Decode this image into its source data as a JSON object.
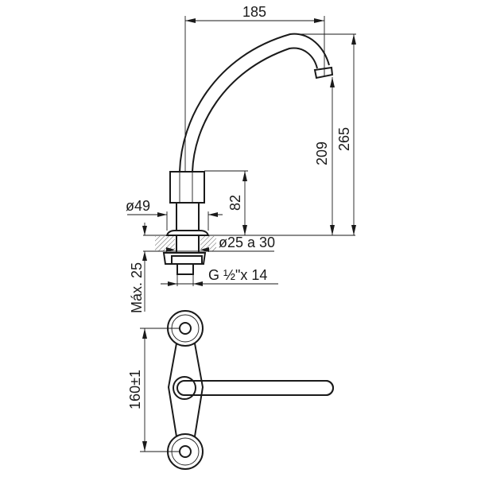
{
  "title": "Faucet technical drawing",
  "dimensions": {
    "spout_reach": "185",
    "total_height": "265",
    "outlet_height": "209",
    "body_height": "82",
    "base_diameter": "ø49",
    "hole_diameter": "ø25 a 30",
    "thread": "G ½\"x 14",
    "max_thickness": "Máx. 25",
    "center_distance": "160±1"
  },
  "colors": {
    "line": "#1a1a1a",
    "background": "#ffffff"
  }
}
